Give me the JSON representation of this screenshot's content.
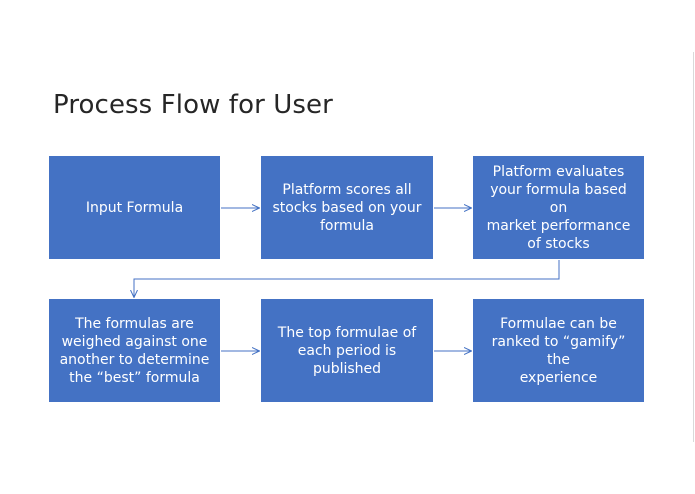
{
  "slide": {
    "title": "Process Flow for User"
  },
  "steps": [
    {
      "label": "Input Formula"
    },
    {
      "label": "Platform scores all\nstocks based on your\nformula"
    },
    {
      "label": "Platform evaluates\nyour formula based on\nmarket performance\nof stocks"
    },
    {
      "label": "The formulas are\nweighed against one\nanother to determine\nthe “best” formula"
    },
    {
      "label": "The top formulae of\neach period is\npublished"
    },
    {
      "label": "Formulae can be\nranked to “gamify” the\nexperience"
    }
  ],
  "colors": {
    "box_fill": "#4472c4",
    "connector": "#4472c4",
    "title_text": "#262626"
  }
}
